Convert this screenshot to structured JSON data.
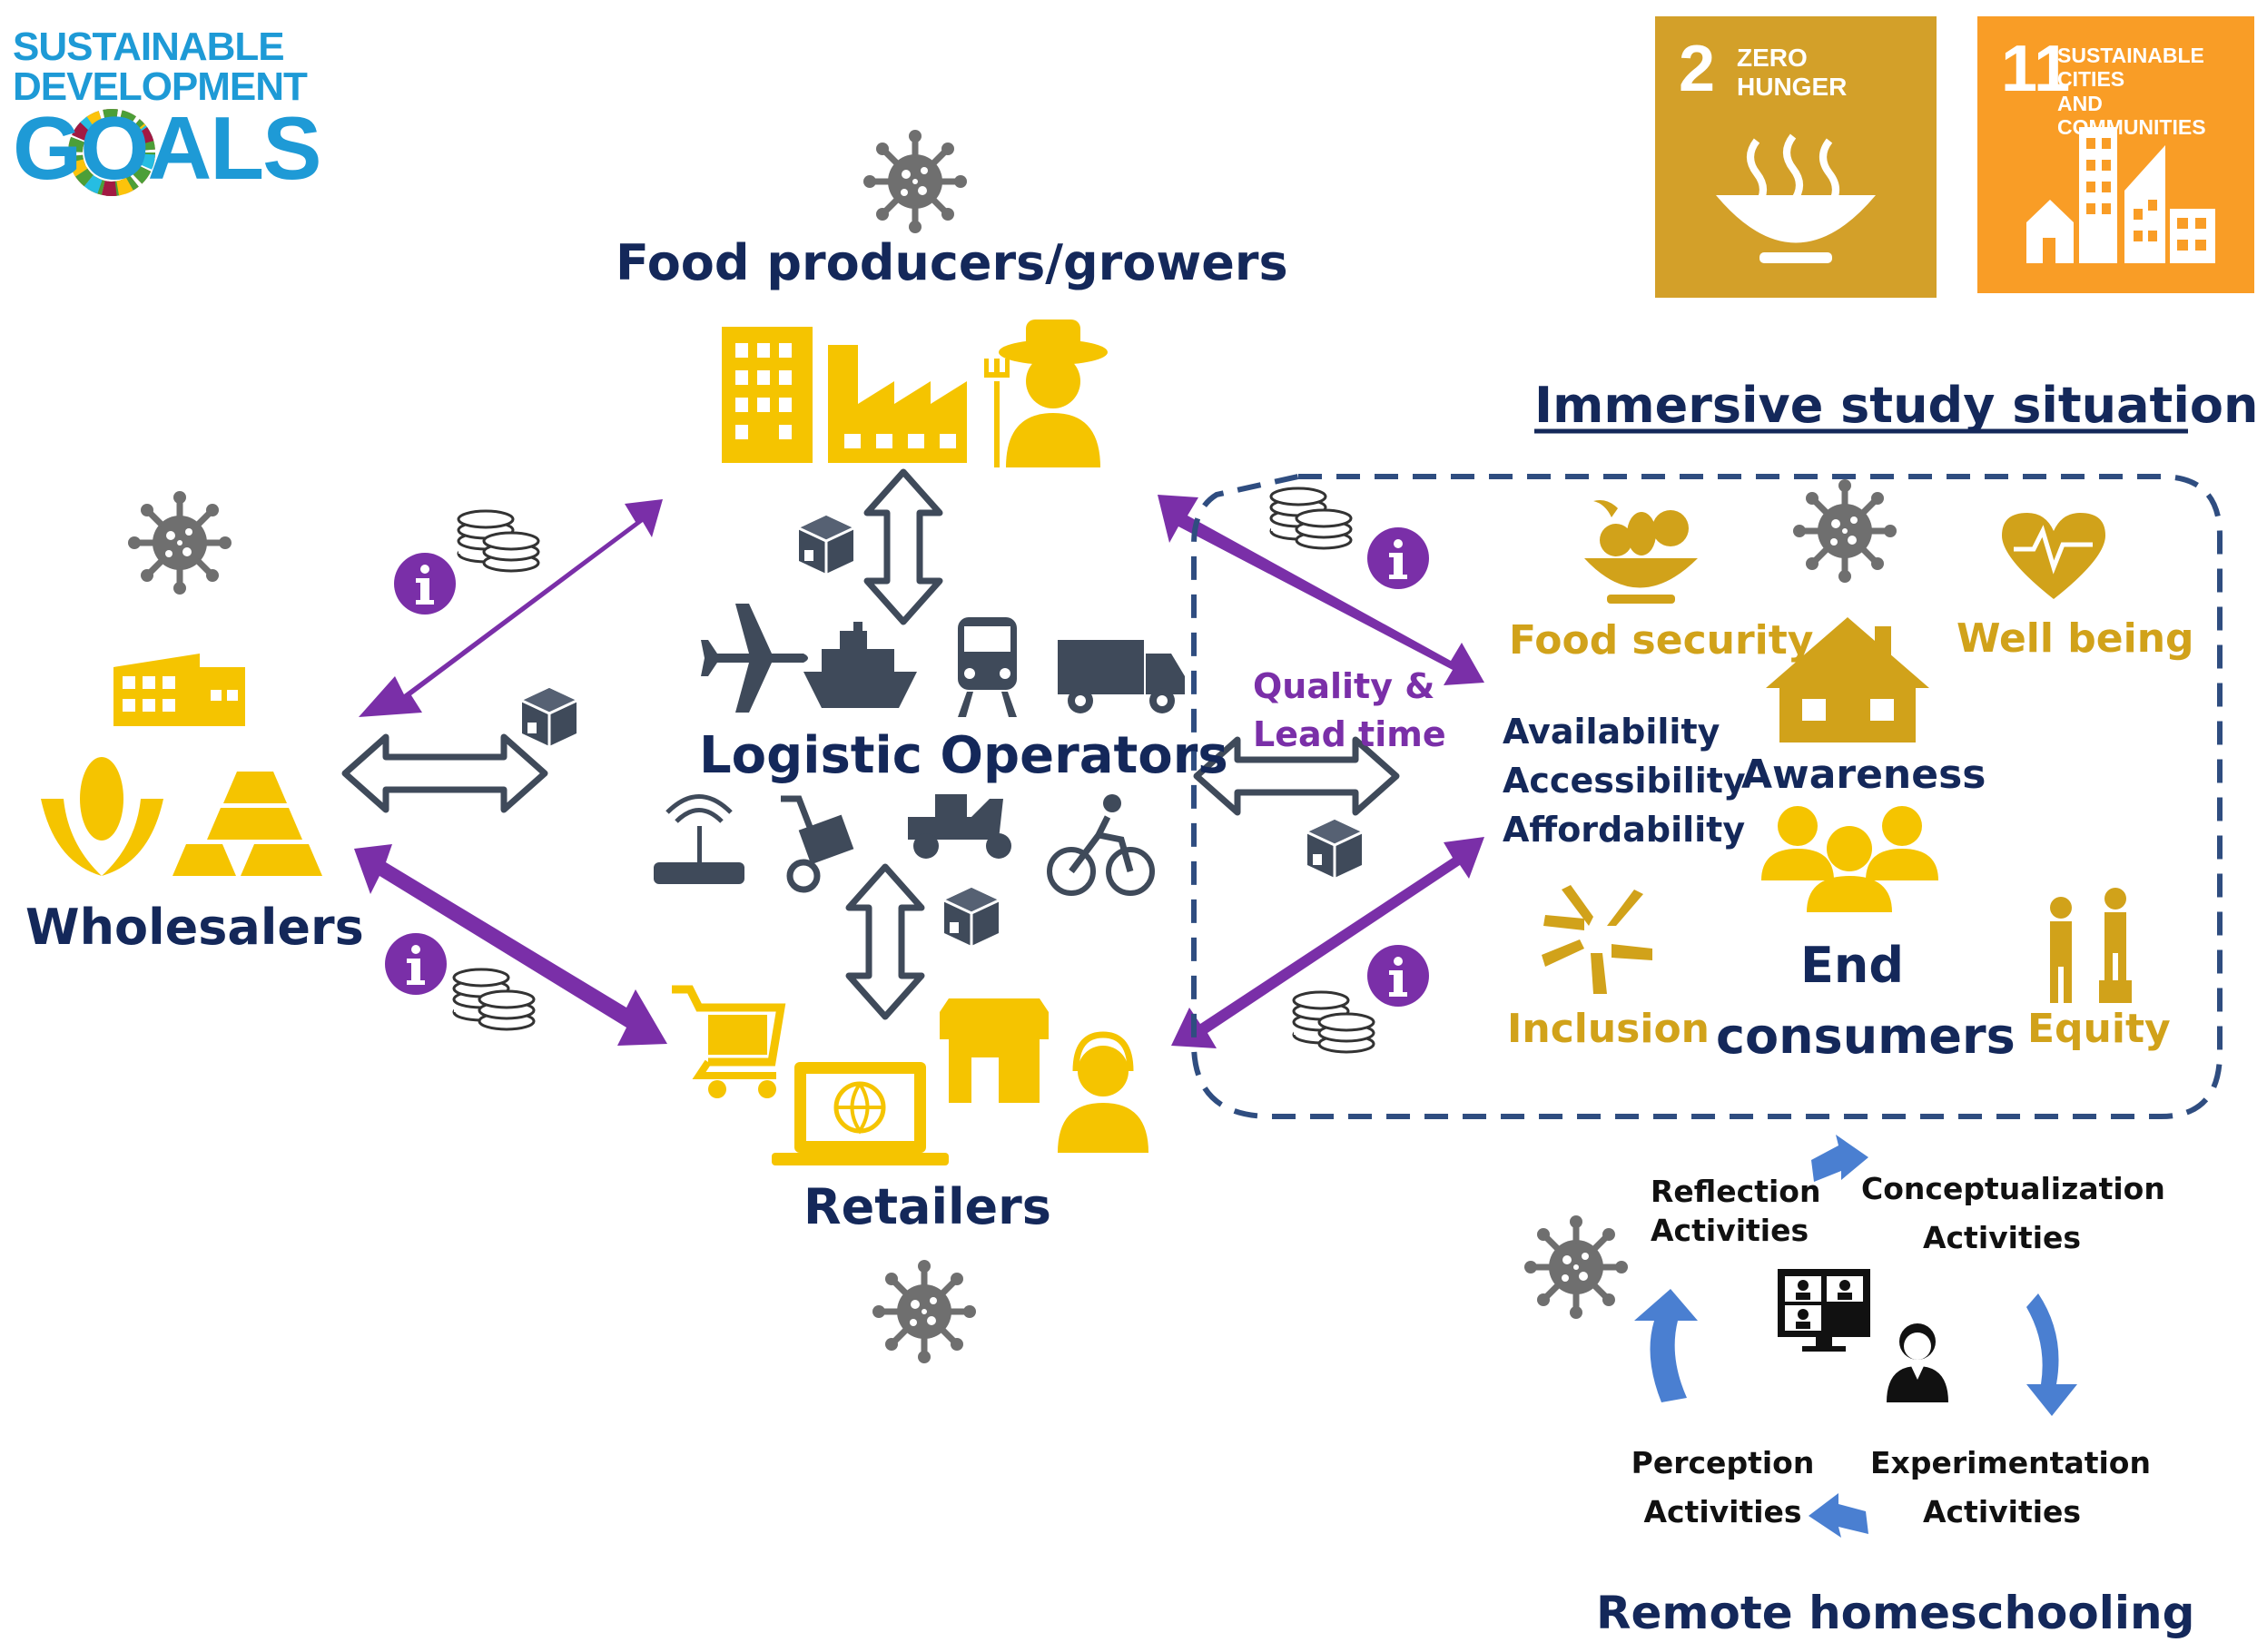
{
  "logo": {
    "line1": "SUSTAINABLE",
    "line2": "DEVELOPMENT",
    "line3": "GOALS"
  },
  "sdg_tiles": [
    {
      "number": "2",
      "line1": "ZERO",
      "line2": "HUNGER",
      "color": "#d3a029"
    },
    {
      "number": "11",
      "line1": "SUSTAINABLE CITIES",
      "line2": "AND COMMUNITIES",
      "color": "#f99d26"
    }
  ],
  "nodes": {
    "producers": "Food producers/growers",
    "logistics": "Logistic Operators",
    "wholesalers": "Wholesalers",
    "retailers": "Retailers"
  },
  "immersive": {
    "title": "Immersive study situation",
    "quality_line1": "Quality &",
    "quality_line2": "Lead time",
    "availability": "Availability",
    "accessibility": "Accessibility",
    "affordability": "Affordability",
    "food_security": "Food security",
    "well_being": "Well being",
    "awareness": "Awareness",
    "end_line1": "End",
    "end_line2": "consumers",
    "inclusion": "Inclusion",
    "equity": "Equity"
  },
  "homeschooling": {
    "title": "Remote homeschooling",
    "reflection_line1": "Reflection",
    "reflection_line2": "Activities",
    "conceptualization_line1": "Conceptualization",
    "conceptualization_line2": "Activities",
    "experimentation_line1": "Experimentation",
    "experimentation_line2": "Activities",
    "perception_line1": "Perception",
    "perception_line2": "Activities"
  },
  "colors": {
    "navy": "#14285a",
    "gold": "#f5c400",
    "dark_gold": "#d1a21a",
    "purple": "#7a2fa8",
    "gray_icon": "#3f4a5a",
    "virus": "#6f6f6f",
    "cycle_blue": "#4a7fd1",
    "dashed": "#2f4d80"
  },
  "icons": {
    "info": "info-icon",
    "coins": "coins-icon",
    "package": "package-icon",
    "virus": "virus-icon"
  }
}
